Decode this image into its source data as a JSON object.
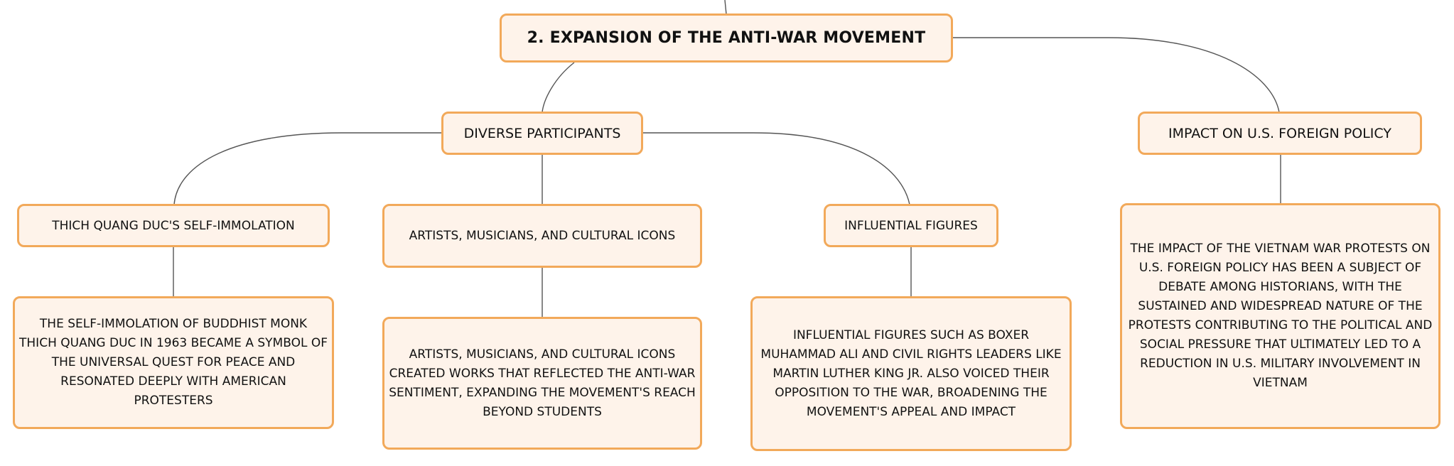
{
  "root": {
    "label": "2. Expansion of the Anti-War Movement"
  },
  "branches": [
    {
      "label": "Diverse Participants"
    },
    {
      "label": "Impact on U.S. Foreign Policy"
    }
  ],
  "topics": [
    {
      "label": "Thich Quang Duc's Self-Immolation"
    },
    {
      "label": "Artists, Musicians, and Cultural Icons"
    },
    {
      "label": "Influential Figures"
    }
  ],
  "details": [
    {
      "text": "The self-immolation of Buddhist monk Thich Quang Duc in 1963 became a symbol of the universal quest for peace and resonated deeply with American protesters"
    },
    {
      "text": "Artists, musicians, and cultural icons created works that reflected the anti-war sentiment, expanding the movement's reach beyond students"
    },
    {
      "text": "Influential figures such as boxer Muhammad Ali and civil rights leaders like Martin Luther King Jr. also voiced their opposition to the war, broadening the movement's appeal and impact"
    },
    {
      "text": "The impact of the Vietnam War protests on U.S. foreign policy has been a subject of debate among historians, with the sustained and widespread nature of the protests contributing to the political and social pressure that ultimately led to a reduction in U.S. military involvement in Vietnam"
    }
  ],
  "colors": {
    "node_fill": "#fef3ea",
    "node_border": "#f2a95a",
    "connector": "#555555"
  }
}
